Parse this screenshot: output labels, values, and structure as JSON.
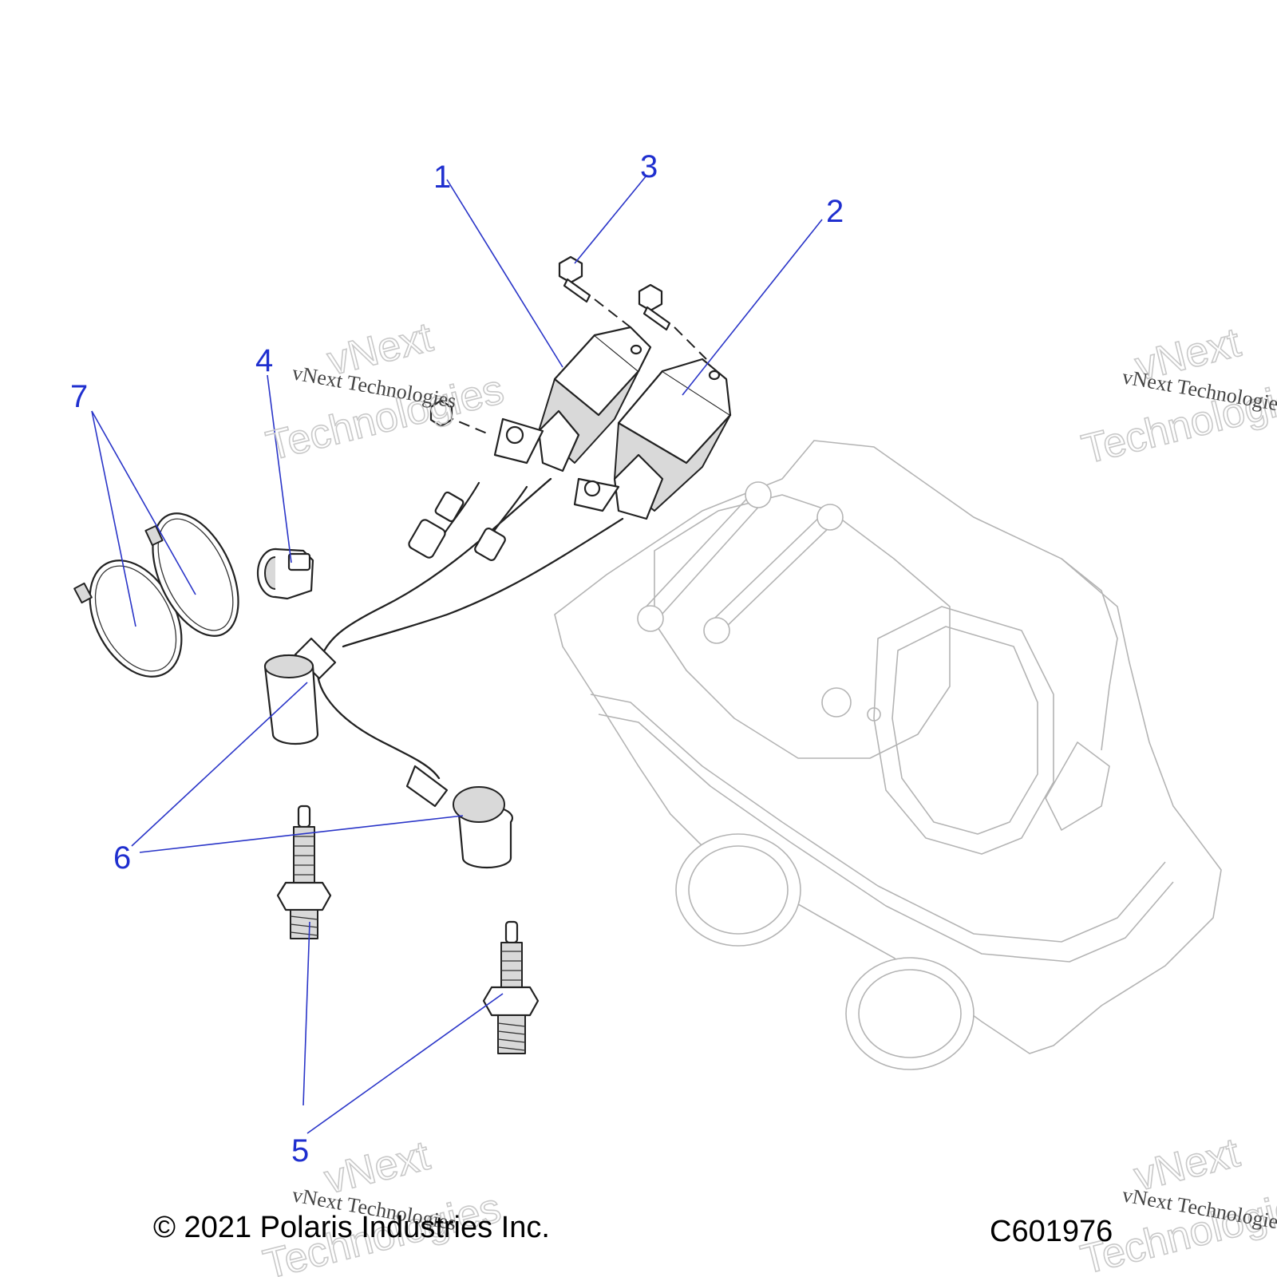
{
  "callouts": [
    {
      "id": "1",
      "label": "1"
    },
    {
      "id": "2",
      "label": "2"
    },
    {
      "id": "3",
      "label": "3"
    },
    {
      "id": "4",
      "label": "4"
    },
    {
      "id": "5",
      "label": "5"
    },
    {
      "id": "6",
      "label": "6"
    },
    {
      "id": "7",
      "label": "7"
    }
  ],
  "footer": {
    "copyright": "© 2021 Polaris Industries Inc.",
    "diagram_code": "C601976"
  },
  "watermark": {
    "line1": "vNext",
    "line2": "Technologies",
    "caption": "vNext Technologies"
  },
  "colors": {
    "callout": "#1f2fcf",
    "leader": "#2a35c8",
    "line_art": "#222222",
    "ghost_part": "#b4b4b4",
    "watermark": "#c9c9c9"
  }
}
